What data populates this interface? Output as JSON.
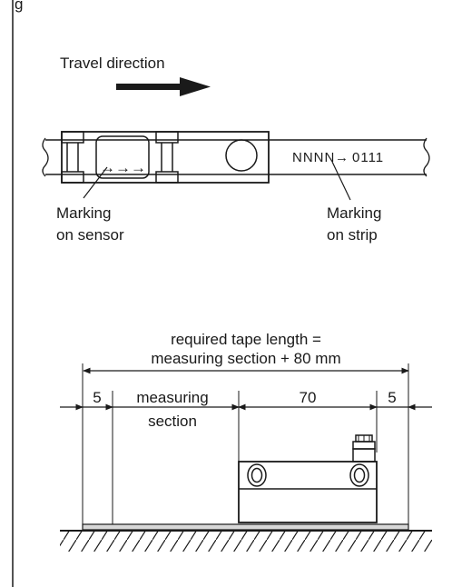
{
  "top_partial_text": "g",
  "figure1": {
    "travel_label": "Travel direction",
    "strip_code": "NNNN",
    "strip_value": "0111",
    "strip_arrow_glyph": "→",
    "sensor_marking_glyph": "→→→",
    "label_sensor_line1": "Marking",
    "label_sensor_line2": "on sensor",
    "label_strip_line1": "Marking",
    "label_strip_line2": "on strip"
  },
  "figure2": {
    "title_line1": "required tape length =",
    "title_line2": "measuring section + 80 mm",
    "dim_left": "5",
    "dim_measuring_line1": "measuring",
    "dim_measuring_line2": "section",
    "dim_sensor": "70",
    "dim_right": "5"
  }
}
